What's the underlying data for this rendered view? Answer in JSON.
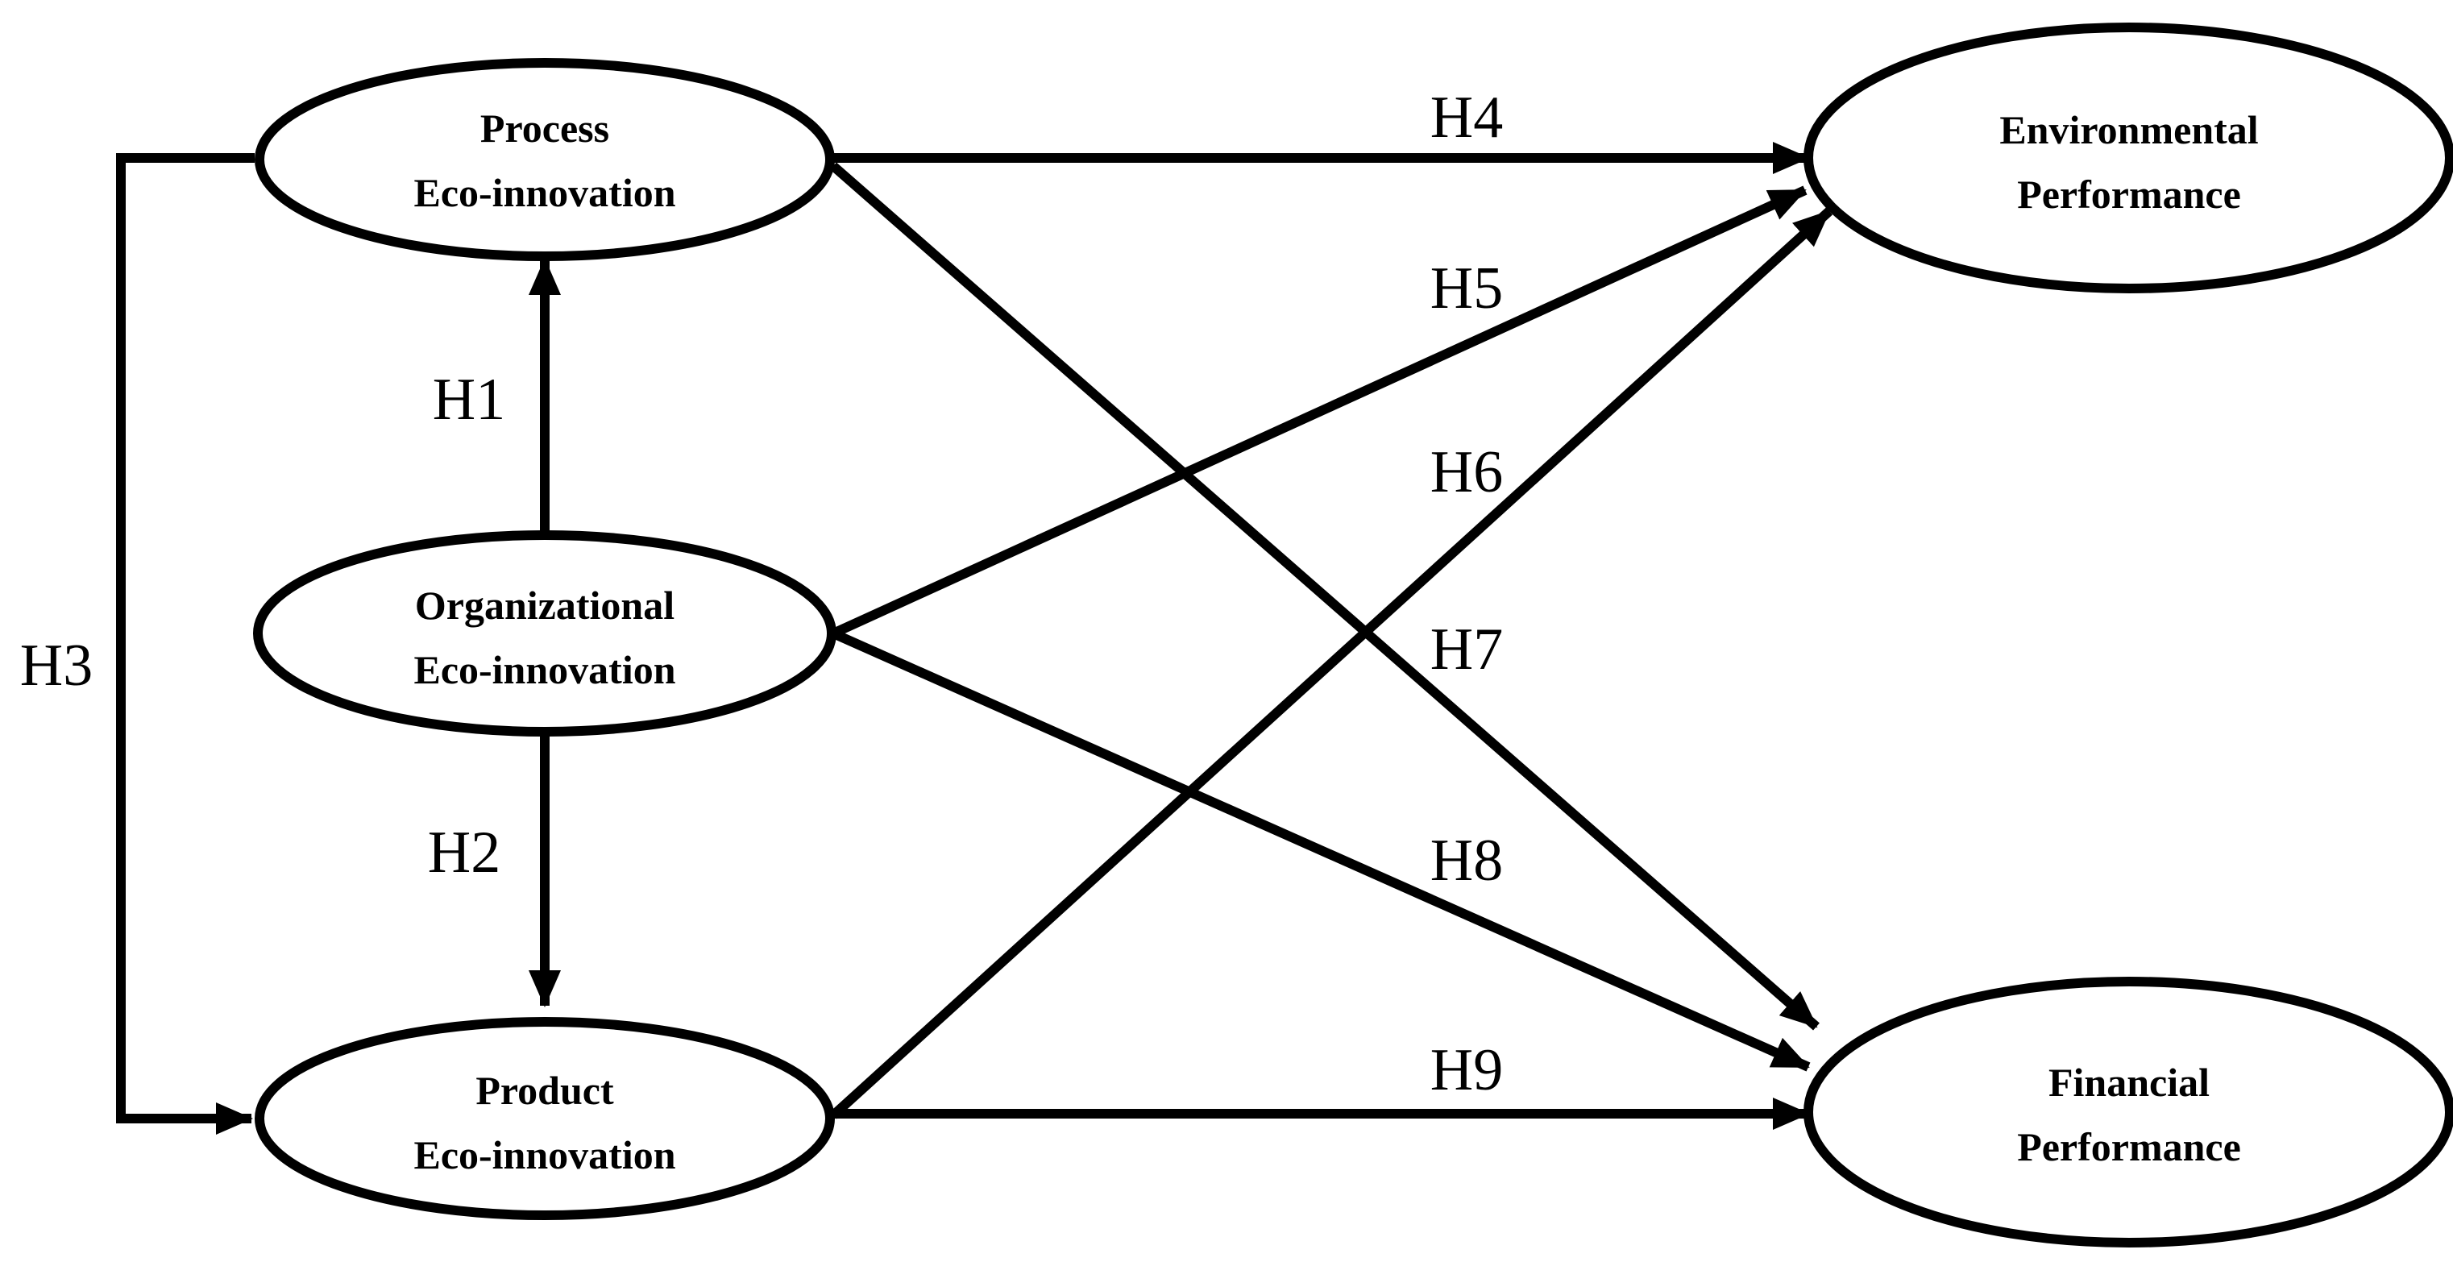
{
  "colors": {
    "stroke": "#000000",
    "background": "#ffffff",
    "text": "#000000"
  },
  "nodes": {
    "process": {
      "line1": "Process",
      "line2": "Eco-innovation"
    },
    "organizational": {
      "line1": "Organizational",
      "line2": "Eco-innovation"
    },
    "product": {
      "line1": "Product",
      "line2": "Eco-innovation"
    },
    "environmental": {
      "line1": "Environmental",
      "line2": "Performance"
    },
    "financial": {
      "line1": "Financial",
      "line2": "Performance"
    }
  },
  "edges": [
    {
      "id": "H1",
      "label": "H1",
      "from": "Organizational Eco-innovation",
      "to": "Process Eco-innovation"
    },
    {
      "id": "H2",
      "label": "H2",
      "from": "Organizational Eco-innovation",
      "to": "Product Eco-innovation"
    },
    {
      "id": "H3",
      "label": "H3",
      "from": "Process Eco-innovation",
      "to": "Product Eco-innovation"
    },
    {
      "id": "H4",
      "label": "H4",
      "from": "Process Eco-innovation",
      "to": "Environmental Performance"
    },
    {
      "id": "H5",
      "label": "H5",
      "from": "Organizational Eco-innovation",
      "to": "Environmental Performance"
    },
    {
      "id": "H6",
      "label": "H6",
      "from": "Product Eco-innovation",
      "to": "Environmental Performance"
    },
    {
      "id": "H7",
      "label": "H7",
      "from": "Process Eco-innovation",
      "to": "Financial Performance"
    },
    {
      "id": "H8",
      "label": "H8",
      "from": "Organizational Eco-innovation",
      "to": "Financial Performance"
    },
    {
      "id": "H9",
      "label": "H9",
      "from": "Product Eco-innovation",
      "to": "Financial Performance"
    }
  ]
}
